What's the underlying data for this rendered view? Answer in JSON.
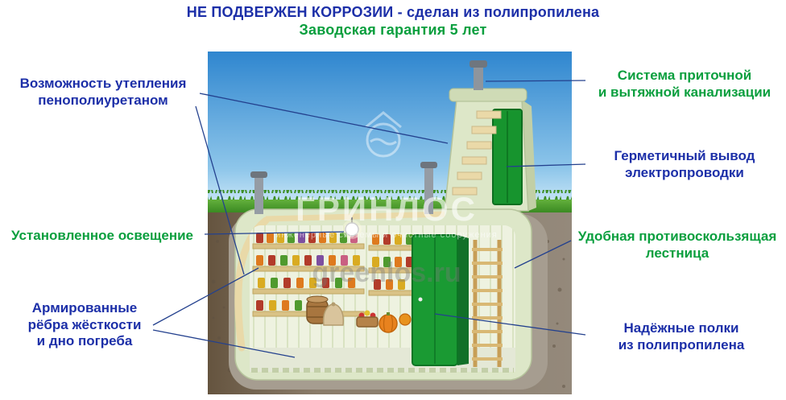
{
  "title": {
    "line1": "НЕ ПОДВЕРЖЕН КОРРОЗИИ - сделан из полипропилена",
    "line2": "Заводская гарантия 5 лет"
  },
  "callouts": {
    "insulation": "Возможность утепления\nпенополиуретаном",
    "lighting": "Установленное освещение",
    "ribs": "Армированные\nрёбра жёсткости\nи дно погреба",
    "ventilation": "Система приточной\nи вытяжной канализации",
    "wiring": "Герметичный вывод\nэлектропроводки",
    "ladder": "Удобная противоскользящая\nлестница",
    "shelves": "Надёжные полки\nиз полипропилена"
  },
  "watermark": {
    "brand": "ГРИНЛОС",
    "tagline": "инженерные системы и очистные сооружения",
    "site": "greenlos.ru"
  },
  "colors": {
    "navy": "#1c2fa8",
    "green": "#0a9f3e",
    "sky": "#2f86cf",
    "grass": "#4a9e2f",
    "soil": "#8a7c6a",
    "cellar": "#dde7c8",
    "door": "#17942e"
  }
}
